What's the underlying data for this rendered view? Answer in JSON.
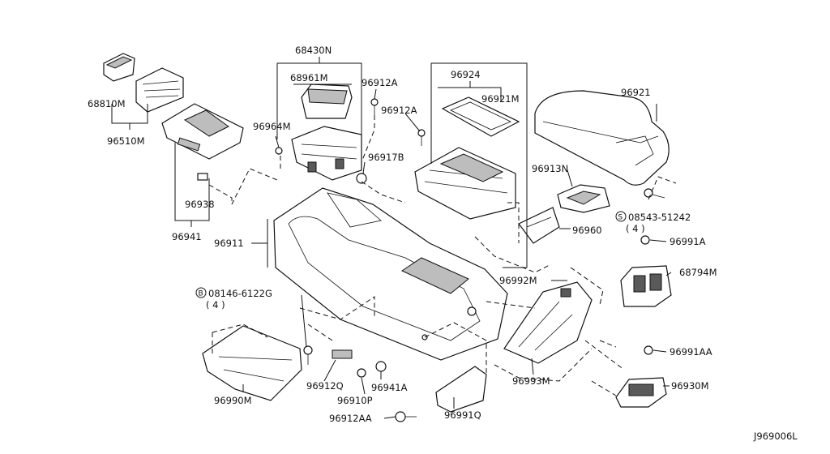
{
  "diagram_id": "J969006L",
  "parts": {
    "p68810M": "68810M",
    "p96510M": "96510M",
    "p68430N": "68430N",
    "p68961M": "68961M",
    "p96964M": "96964M",
    "p96912A_1": "96912A",
    "p96912A_2": "96912A",
    "p96917B": "96917B",
    "p96924": "96924",
    "p96921M": "96921M",
    "p96921": "96921",
    "p96913N": "96913N",
    "p96938": "96938",
    "p96941": "96941",
    "p96911": "96911",
    "p96960": "96960",
    "p08543": "08543-51242",
    "p08543_qty": "( 4 )",
    "p96991A": "96991A",
    "p68794M": "68794M",
    "p96992M": "96992M",
    "p08146": "08146-6122G",
    "p08146_qty": "( 4 )",
    "p96993M": "96993M",
    "p96991AA": "96991AA",
    "p96930M": "96930M",
    "p96912Q": "96912Q",
    "p96941A": "96941A",
    "p96910P": "96910P",
    "p96990M": "96990M",
    "p96991Q": "96991Q",
    "p96912AA": "96912AA"
  },
  "symbols": {
    "screw_s": "S",
    "bolt_b": "B"
  }
}
